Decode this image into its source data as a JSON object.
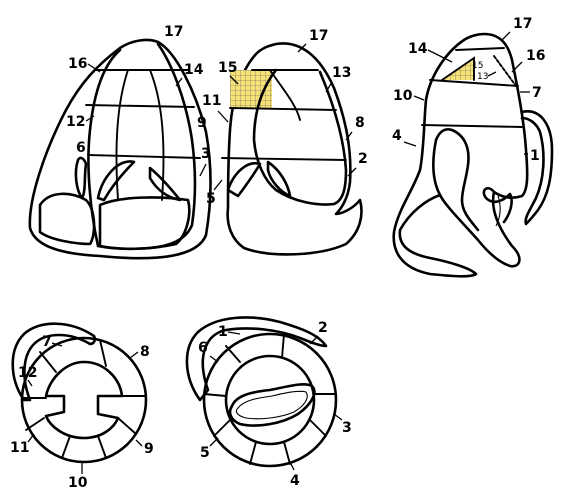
{
  "colors": {
    "outline": "#000000",
    "highlight_fill": "#f7e27a",
    "background": "#ffffff"
  },
  "panels": {
    "anterior_view": {
      "labels": [
        "17",
        "16",
        "14",
        "12",
        "9",
        "6",
        "3"
      ]
    },
    "posterior_view": {
      "labels": [
        "17",
        "15",
        "13",
        "11",
        "8",
        "2",
        "5"
      ]
    },
    "lateral_view": {
      "labels": [
        "17",
        "14",
        "16",
        "15",
        "13",
        "10",
        "7",
        "4",
        "1"
      ]
    },
    "left_ring": {
      "labels": [
        "7",
        "8",
        "12",
        "11",
        "9",
        "10"
      ]
    },
    "right_ring": {
      "labels": [
        "1",
        "2",
        "6",
        "5",
        "3",
        "4"
      ]
    }
  }
}
